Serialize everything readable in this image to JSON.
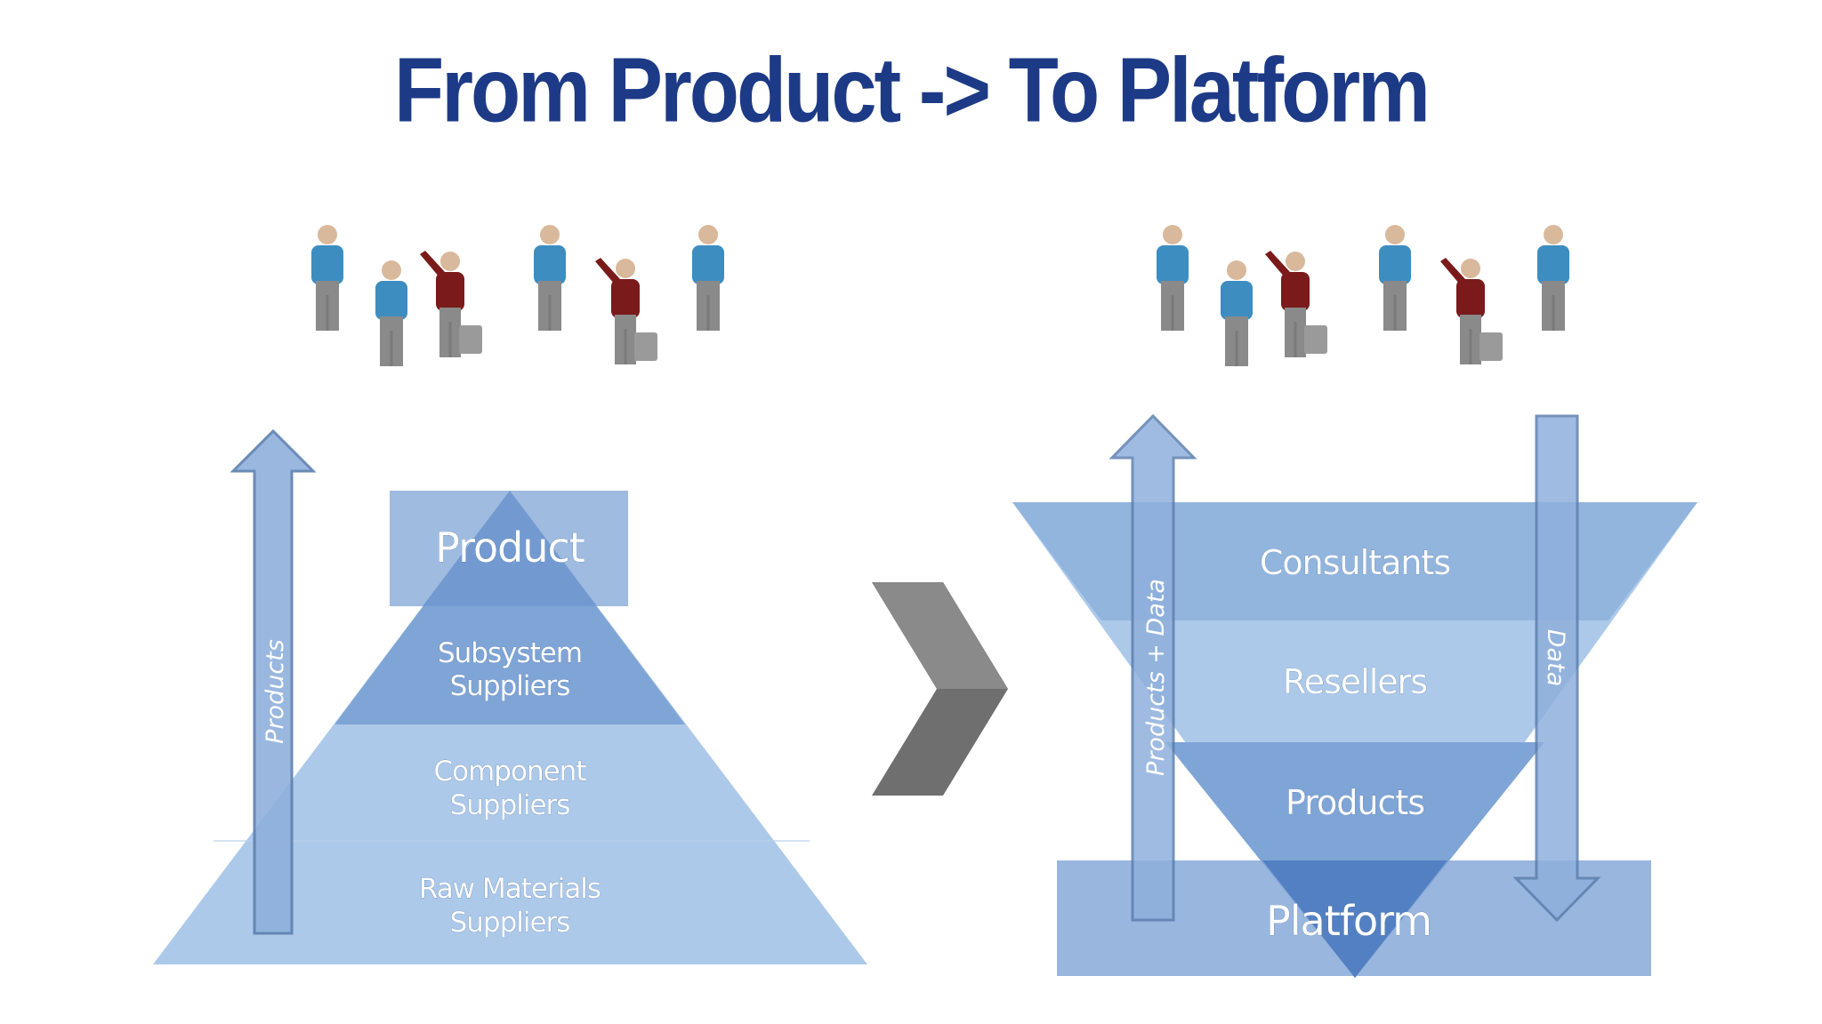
{
  "title": "From Product -> To Platform",
  "colors": {
    "title": "#1d3a86",
    "light_blue": "#a9c6e8",
    "mid_blue": "#7fa4d6",
    "dark_blue": "#4f7cc0",
    "person_shirt": "#3d8dc0",
    "person_shirt_alt": "#7a1a1a",
    "person_legs": "#8a8a8a",
    "chevron": "#6f6f6f"
  },
  "left_diagram": {
    "arrow_label": "Products",
    "tiers": {
      "product": "Product",
      "subsystem_line1": "Subsystem",
      "subsystem_line2": "Suppliers",
      "component_line1": "Component",
      "component_line2": "Suppliers",
      "raw_line1": "Raw Materials",
      "raw_line2": "Suppliers"
    }
  },
  "right_diagram": {
    "up_arrow_label": "Products + Data",
    "down_arrow_label": "Data",
    "tiers": {
      "consultants": "Consultants",
      "resellers": "Resellers",
      "products": "Products",
      "platform": "Platform"
    }
  },
  "icons": {
    "people_group": "people-group-icon",
    "transition": "chevron-right-icon"
  }
}
